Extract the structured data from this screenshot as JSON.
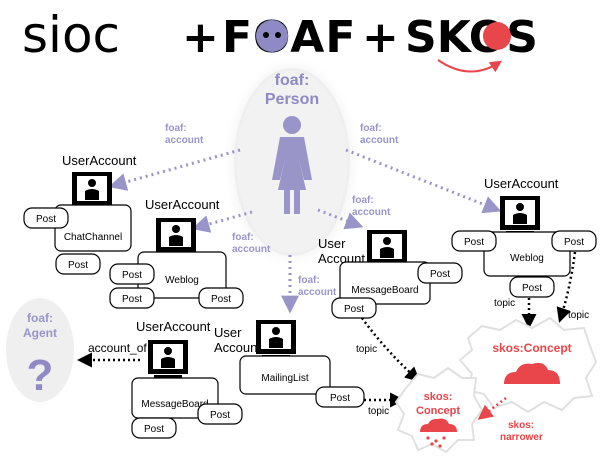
{
  "header": {
    "sioc_logo_text": "sioc",
    "plus_1": "+",
    "foaf_text": "FOAF",
    "plus_2": "+",
    "skos_text": "SKOS"
  },
  "person": {
    "label_line1": "foaf:",
    "label_line2": "Person"
  },
  "agent": {
    "label_line1": "foaf:",
    "label_line2": "Agent",
    "glyph": "?"
  },
  "relations": {
    "foaf_account_left_1": "foaf:",
    "foaf_account_left_2": "account",
    "foaf_account_right_1": "foaf:",
    "foaf_account_right_2": "account",
    "foaf_account_mid_1": "foaf:",
    "foaf_account_mid_2": "account",
    "foaf_account_center_1": "foaf:",
    "foaf_account_center_2": "account",
    "foaf_account_low_1": "foaf:",
    "foaf_account_low_2": "account",
    "account_of": "account_of",
    "topic_messageboard": "topic",
    "topic_mailinglist": "topic",
    "topic_weblog_right": "topic",
    "skos_narrower_1": "skos:",
    "skos_narrower_2": "narrower"
  },
  "accounts": {
    "chat": {
      "title": "UserAccount",
      "container": "ChatChannel",
      "post_a": "Post",
      "post_b": "Post"
    },
    "weblog_left": {
      "title": "UserAccount",
      "container": "Weblog",
      "post_a": "Post",
      "post_b": "Post",
      "post_c": "Post"
    },
    "messageboard_center": {
      "title_line1": "User",
      "title_line2": "Account",
      "container": "MessageBoard",
      "post_a": "Post",
      "post_b": "Post"
    },
    "weblog_right": {
      "title": "UserAccount",
      "container": "Weblog",
      "post_a": "Post",
      "post_b": "Post",
      "post_c": "Post"
    },
    "messageboard_bottom": {
      "title": "UserAccount",
      "container": "MessageBoard",
      "post_a": "Post",
      "post_b": "Post"
    },
    "mailinglist": {
      "title_line1": "User",
      "title_line2": "Account",
      "container": "MailingList",
      "post_a": "Post"
    }
  },
  "concepts": {
    "big": {
      "label": "skos:Concept"
    },
    "small": {
      "label_line1": "skos:",
      "label_line2": "Concept"
    }
  },
  "colors": {
    "foaf": "#8f8ac4",
    "foaf_light": "#9a95c9",
    "skos": "#e8464a",
    "ink": "#000000"
  }
}
